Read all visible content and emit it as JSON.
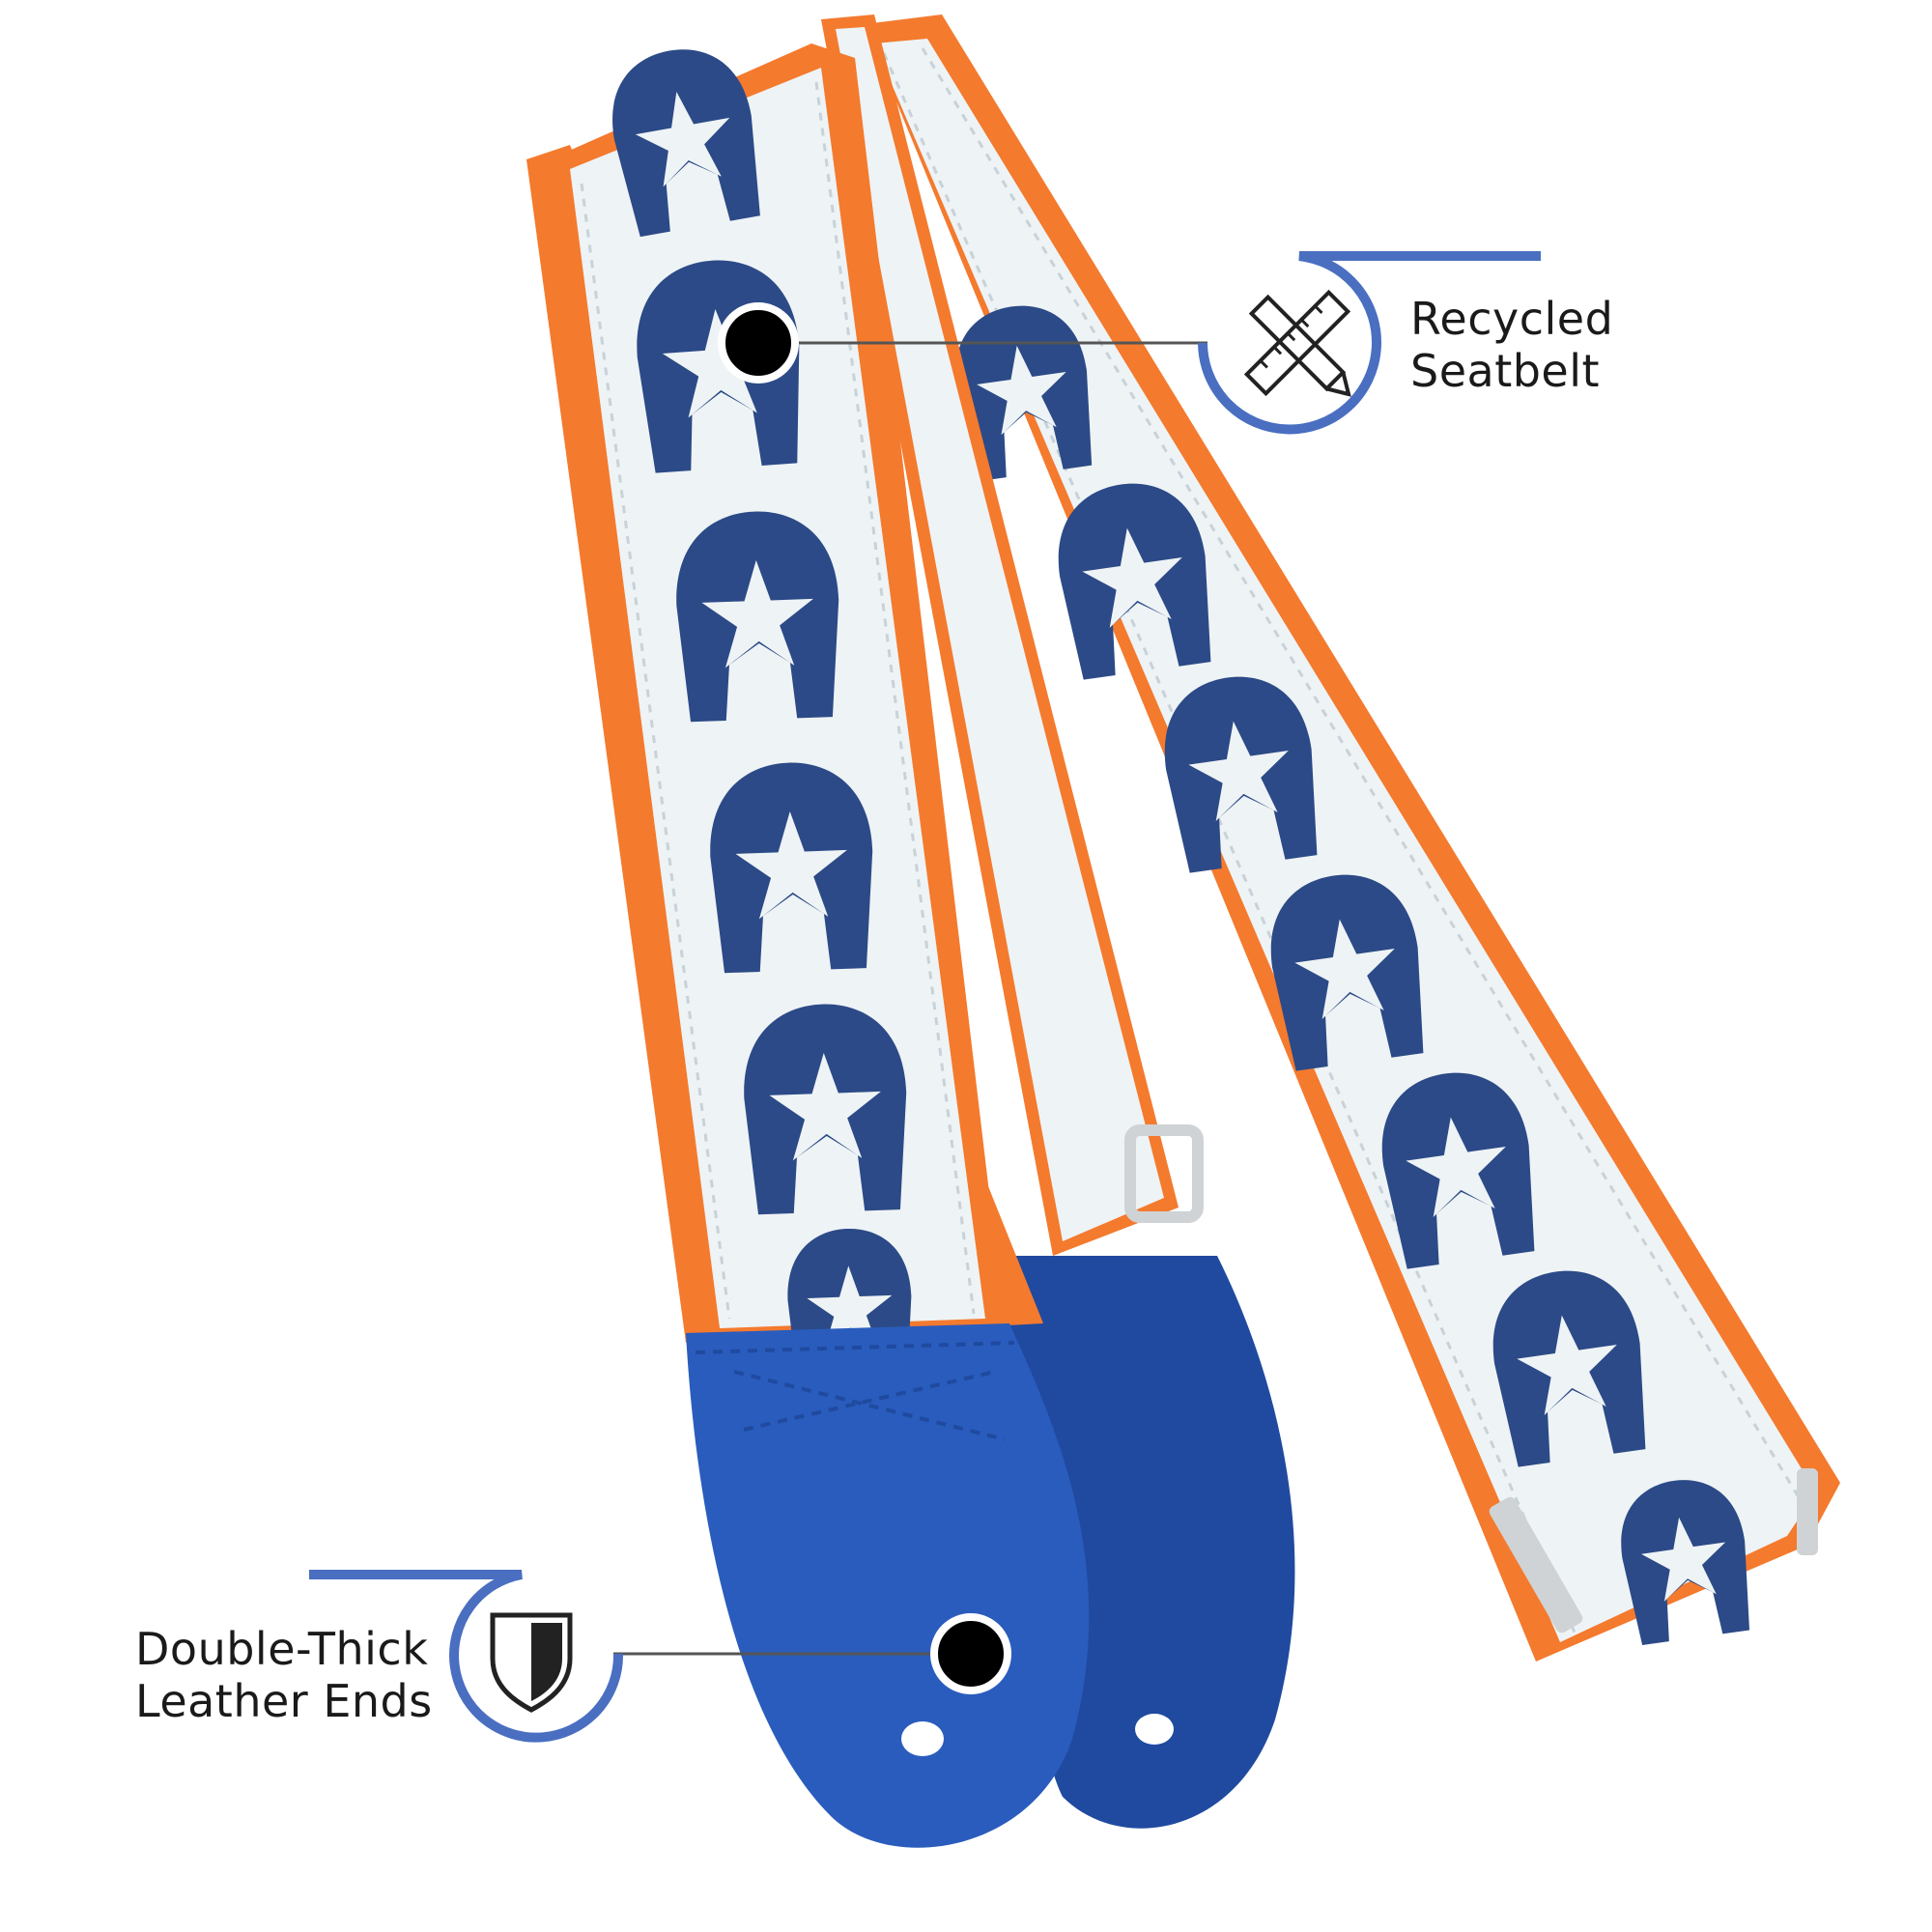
{
  "colors": {
    "strap_base": "#eef3f5",
    "strap_pattern": "#2c4a87",
    "strap_trim": "#f47a2e",
    "leather": "#2a5cbd",
    "leather_dark": "#1f4aa0",
    "callout": "#4a6fc1",
    "dot": "#000000",
    "connector": "#555555"
  },
  "callouts": {
    "seatbelt": {
      "line1": "Recycled",
      "line2": "Seatbelt",
      "icon": "pencil-ruler-icon"
    },
    "leather": {
      "line1": "Double-Thick",
      "line2": "Leather Ends",
      "icon": "shield-icon"
    }
  }
}
